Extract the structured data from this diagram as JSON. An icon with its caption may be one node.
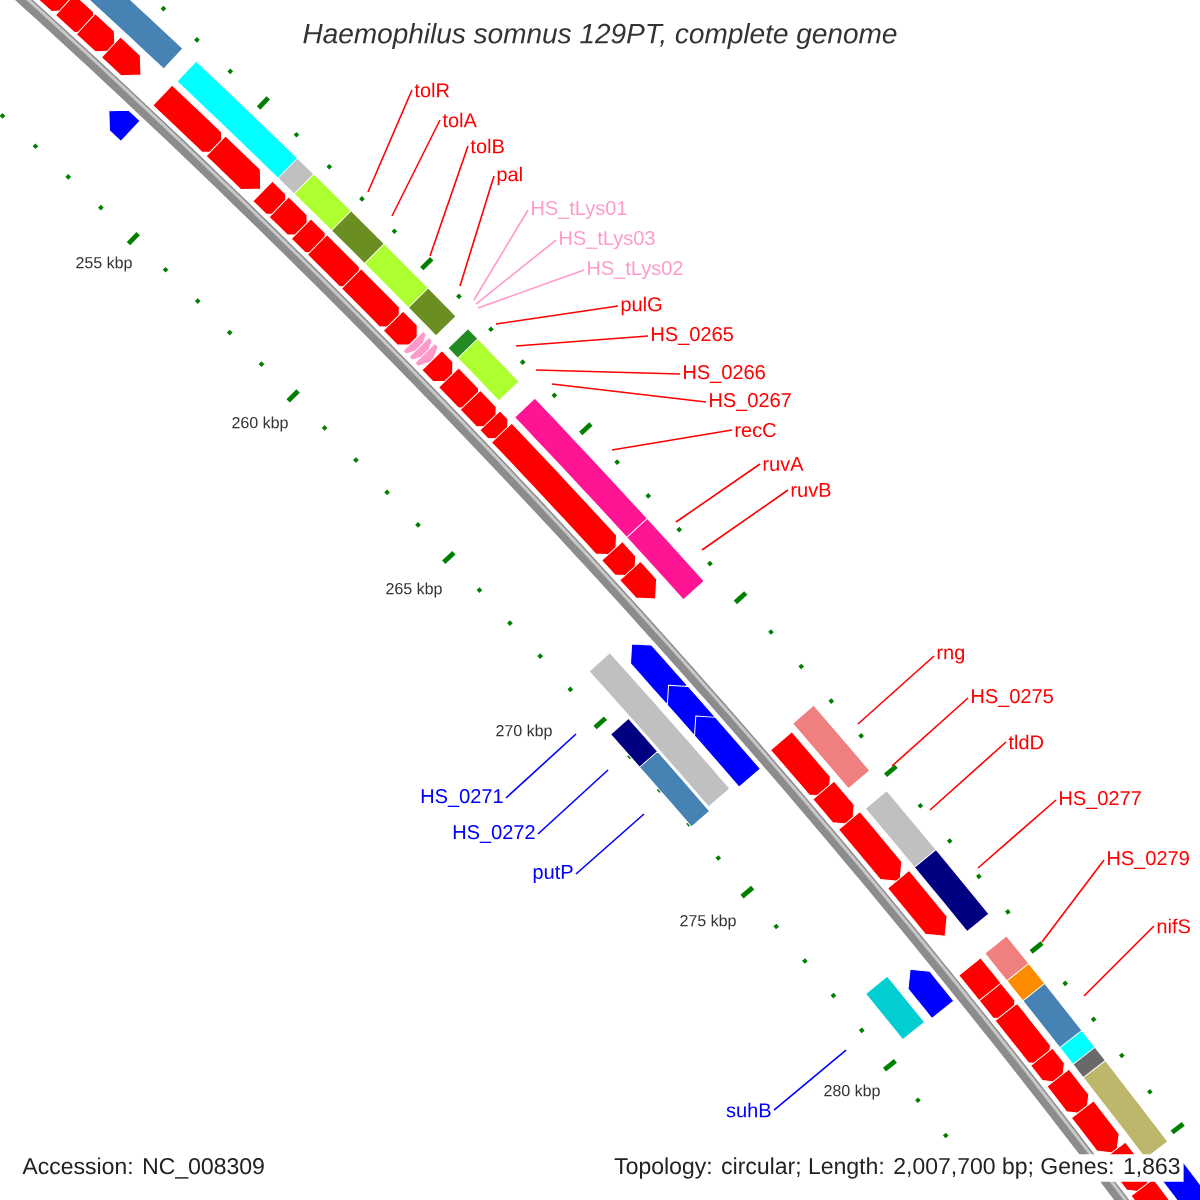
{
  "diagram": {
    "title": "Haemophilus somnus 129PT, complete genome",
    "nodes": [
      {
        "text": [
          "tolR"
        ]
      },
      {
        "text": [
          "tolA"
        ]
      },
      {
        "text": [
          "tolB"
        ]
      },
      {
        "text": [
          "pal"
        ]
      },
      {
        "text": [
          "HS_tLys01"
        ]
      },
      {
        "text": [
          "HS_tLys03"
        ]
      },
      {
        "text": [
          "HS_tLys02"
        ]
      },
      {
        "text": [
          "pulG"
        ]
      },
      {
        "text": [
          "HS_0265"
        ]
      },
      {
        "text": [
          "HS_0266"
        ]
      },
      {
        "text": [
          "HS_0267"
        ]
      },
      {
        "text": [
          "recC"
        ]
      },
      {
        "text": [
          "ruvA"
        ]
      },
      {
        "text": [
          "ruvB"
        ]
      },
      {
        "text": [
          "rng"
        ]
      },
      {
        "text": [
          "HS_0275"
        ]
      },
      {
        "text": [
          "tldD"
        ]
      },
      {
        "text": [
          "HS_0271"
        ]
      },
      {
        "text": [
          "HS_0277"
        ]
      },
      {
        "text": [
          "HS_0272"
        ]
      },
      {
        "text": [
          "HS_0279"
        ]
      },
      {
        "text": [
          "putP"
        ]
      },
      {
        "text": [
          "nifS"
        ]
      },
      {
        "text": [
          "suhB"
        ]
      }
    ],
    "edges": [
      {
        "from": 0,
        "to": null,
        "arrow": "none"
      },
      {
        "from": 1,
        "to": null,
        "arrow": "none"
      },
      {
        "from": 2,
        "to": null,
        "arrow": "none"
      },
      {
        "from": 3,
        "to": null,
        "arrow": "none"
      },
      {
        "from": 4,
        "to": null,
        "arrow": "none",
        "color": "#ff99cc"
      },
      {
        "from": 5,
        "to": null,
        "arrow": "none",
        "color": "#ff99cc"
      },
      {
        "from": 6,
        "to": null,
        "arrow": "none",
        "color": "#ff99cc"
      },
      {
        "from": 7,
        "to": null,
        "arrow": "none"
      },
      {
        "from": 8,
        "to": null,
        "arrow": "none"
      },
      {
        "from": 9,
        "to": null,
        "arrow": "none"
      },
      {
        "from": 10,
        "to": null,
        "arrow": "none"
      },
      {
        "from": 11,
        "to": null,
        "arrow": "none"
      },
      {
        "from": 12,
        "to": null,
        "arrow": "none"
      },
      {
        "from": 13,
        "to": null,
        "arrow": "none"
      },
      {
        "from": 14,
        "to": null,
        "arrow": "none"
      },
      {
        "from": 15,
        "to": null,
        "arrow": "none"
      },
      {
        "from": 16,
        "to": null,
        "arrow": "none"
      },
      {
        "from": 17,
        "to": null,
        "arrow": "none",
        "color": "#0000ff"
      },
      {
        "from": 18,
        "to": null,
        "arrow": "none"
      },
      {
        "from": 19,
        "to": null,
        "arrow": "none",
        "color": "#0000ff"
      },
      {
        "from": 20,
        "to": null,
        "arrow": "none"
      },
      {
        "from": 21,
        "to": null,
        "arrow": "none",
        "color": "#0000ff"
      },
      {
        "from": 22,
        "to": null,
        "arrow": "none"
      },
      {
        "from": 23,
        "to": null,
        "arrow": "none",
        "color": "#0000ff"
      }
    ],
    "labels": [
      "255 kbp",
      "260 kbp",
      "265 kbp",
      "270 kbp",
      "275 kbp",
      "280 kbp",
      "Accession: NC_008309",
      "Topology: circular; Length: 2,007,700 bp; Genes: 1,863"
    ]
  }
}
